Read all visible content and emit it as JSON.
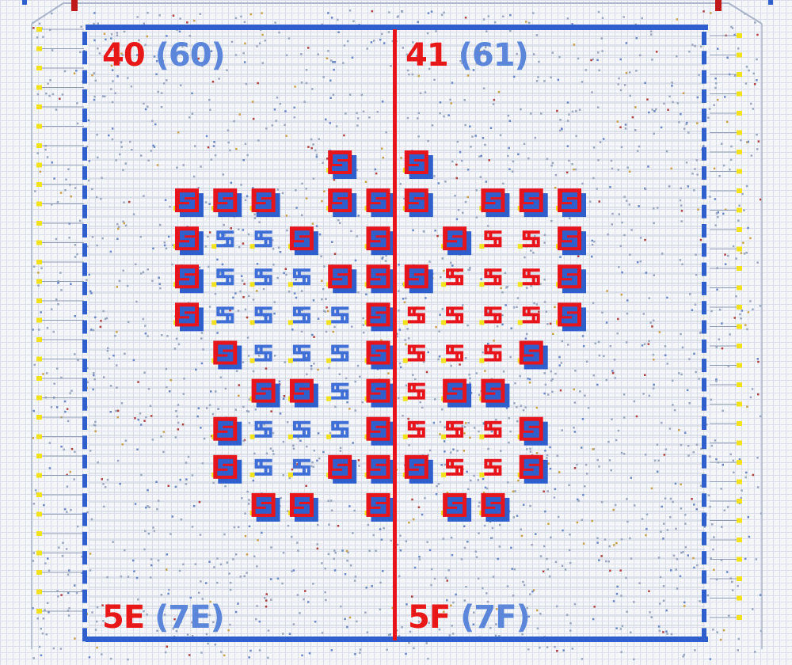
{
  "labels": {
    "top_left": {
      "primary": "40",
      "secondary": "(60)"
    },
    "top_right": {
      "primary": "41",
      "secondary": "(61)"
    },
    "bottom_left": {
      "primary": "5E",
      "secondary": "(7E)"
    },
    "bottom_right": {
      "primary": "5F",
      "secondary": "(7F)"
    }
  },
  "colors": {
    "active_red": "#e8141c",
    "active_blue": "#2f5fcc",
    "hollow_blue": "#3f6fd6",
    "hollow_red": "#e8141c",
    "border_blue": "#2f5fcc",
    "divider_red": "#e8141c",
    "pin_yellow": "#f2e21c"
  },
  "icons": {
    "full_cell": "spiral-glyph-filled",
    "hollow_cell": "spiral-glyph-outline"
  },
  "glyph_grid": {
    "columns": 11,
    "rows": 10,
    "legend": {
      "F": "filled spiral (red on blue)",
      "B": "blue outline spiral",
      "R": "red outline spiral",
      ".": "empty"
    },
    "cells": [
      "....F.F....",
      "FFF.FFF.FFF",
      "FBBF.F.FRRF",
      "FBBBFFFRRRF",
      "FBBBBFRRRRF",
      ".FBBBFRRRF.",
      "..FFBFRFF..",
      ".FBBBFRRRF.",
      ".FBBFFFRRF.",
      "..FF.F.FF.."
    ]
  }
}
